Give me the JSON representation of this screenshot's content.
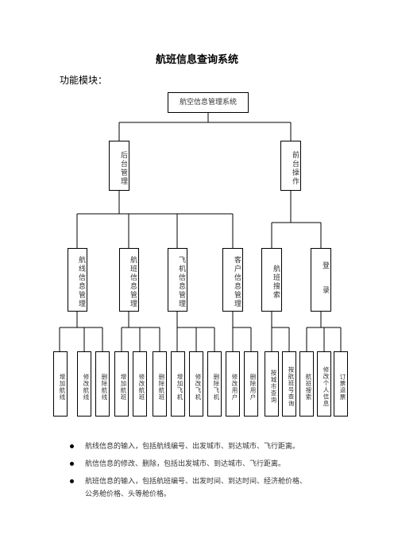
{
  "title": "航班信息查询系统",
  "subtitle": "功能模块：",
  "root": "航空信息管理系统",
  "level1": [
    "后台管理",
    "前台操作"
  ],
  "level2": [
    "航线信息管理",
    "航班信息管理",
    "飞机信息管理",
    "客户信息管理",
    "航班搜索",
    "登录"
  ],
  "leaves": [
    "增加航线",
    "修改航线",
    "删除航线",
    "增加航班",
    "修改航班",
    "删除航班",
    "增加飞机",
    "修改飞机",
    "删除飞机",
    "修改用户",
    "删除用户",
    "按城市查询",
    "按航班号查询",
    "航班搜索",
    "修改个人信息",
    "订票退票"
  ],
  "bullets": [
    {
      "lines": [
        "航线信息的输入，包括航线编号、出发城市、到达城市、飞行距离。"
      ]
    },
    {
      "lines": [
        "航信信息的修改、删除，包括出发城市、到达城市、飞行距离。"
      ]
    },
    {
      "lines": [
        "航班信息的输入，包括航班编号、出发时间、到达时间、经济舱价格、",
        "公务舱价格、头等舱价格。"
      ]
    }
  ]
}
